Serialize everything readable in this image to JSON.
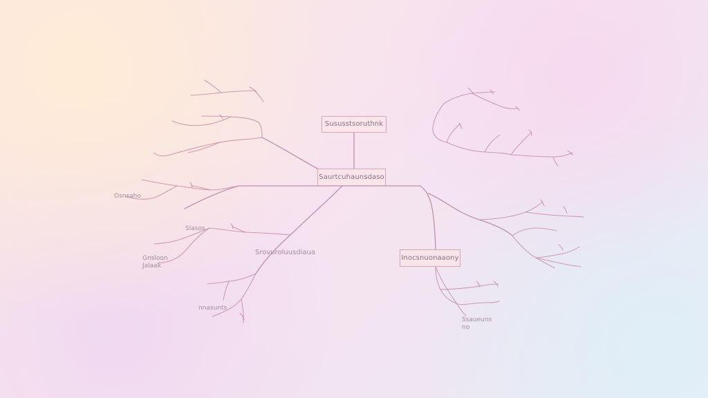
{
  "diagram": {
    "nodes": {
      "top": "Sususstsoruthnk",
      "center": "Saurtcuhaunsdaso",
      "right": "Inocsnuonaaony"
    },
    "labels": {
      "left_mid": "Osnsaho",
      "left_a": "Slasos",
      "left_b": "Gnsloon",
      "left_c": "Jalaak",
      "branch_center": "Srovuroluusdiaua",
      "bottom_left": "nnasunts",
      "bottom_right_a": "Ssaueuns",
      "bottom_right_b": "no"
    },
    "colors": {
      "background_top_left": "#fae8df",
      "background_mid": "#f7e3ef",
      "background_bottom_right": "#e9eff8",
      "line": "#b88aa6",
      "node_fill": "#f8e5e9",
      "node_text": "#8d6f86"
    }
  }
}
